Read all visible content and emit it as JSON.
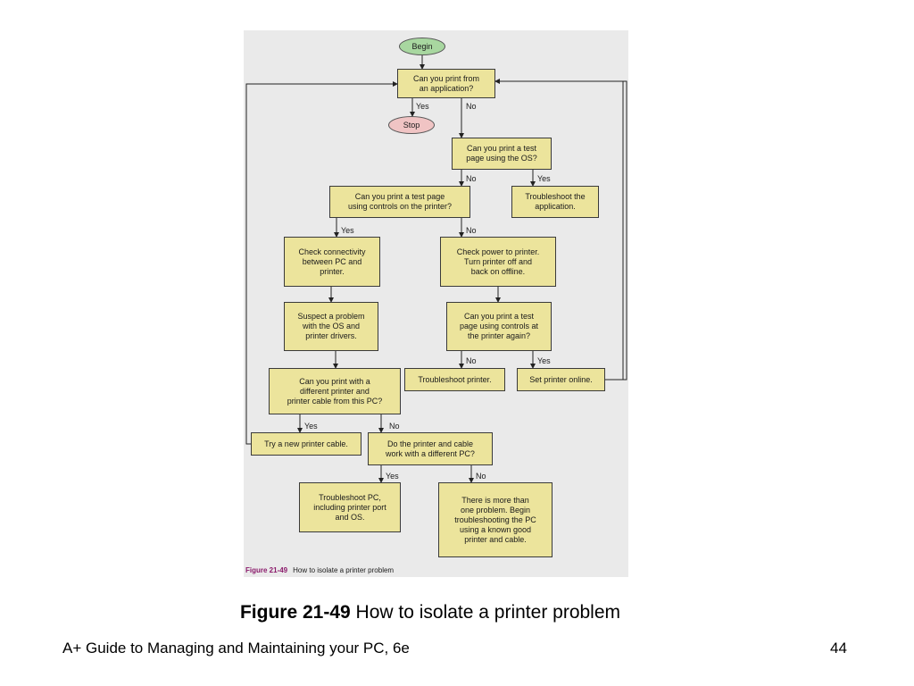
{
  "figure": {
    "colors": {
      "panel": "#eaeaea",
      "box": "#ece49c",
      "begin_node": "#a8d7a0",
      "stop_node": "#f0c4c4",
      "figure_number": "#8b1a6b"
    },
    "nodes": {
      "begin": "Begin",
      "stop": "Stop",
      "q_print_app": "Can you print from\nan application?",
      "q_test_os": "Can you print a test\npage using the OS?",
      "troubleshoot_app": "Troubleshoot the\napplication.",
      "q_test_printer": "Can you print a test page\nusing controls on the printer?",
      "check_connectivity": "Check connectivity\nbetween PC and\nprinter.",
      "check_power": "Check power to printer.\nTurn printer off and\nback on offline.",
      "suspect_os": "Suspect a problem\nwith the OS and\nprinter drivers.",
      "q_test_printer_again": "Can you print a test\npage using controls at\nthe printer again?",
      "q_diff_printer": "Can you print with a\ndifferent printer and\nprinter cable from this PC?",
      "troubleshoot_printer": "Troubleshoot printer.",
      "set_online": "Set printer online.",
      "new_cable": "Try a new printer cable.",
      "q_diff_pc": "Do the printer and cable\nwork with a different PC?",
      "troubleshoot_pc": "Troubleshoot PC,\nincluding printer port\nand OS.",
      "multi_problem": "There is more than\none problem. Begin\ntroubleshooting the PC\nusing a known good\nprinter and cable."
    },
    "edge_labels": {
      "app_yes": "Yes",
      "app_no": "No",
      "os_no": "No",
      "os_yes": "Yes",
      "printer_yes": "Yes",
      "printer_no": "No",
      "again_no": "No",
      "again_yes": "Yes",
      "diffprinter_yes": "Yes",
      "diffprinter_no": "No",
      "diffpc_yes": "Yes",
      "diffpc_no": "No"
    },
    "caption_number": "Figure 21-49",
    "caption_text": "How to isolate a printer problem"
  },
  "slide": {
    "caption_number": "Figure 21-49",
    "caption_text": " How to isolate a printer problem",
    "footer_left": "A+ Guide to Managing and Maintaining your PC, 6e",
    "page_number": "44"
  }
}
